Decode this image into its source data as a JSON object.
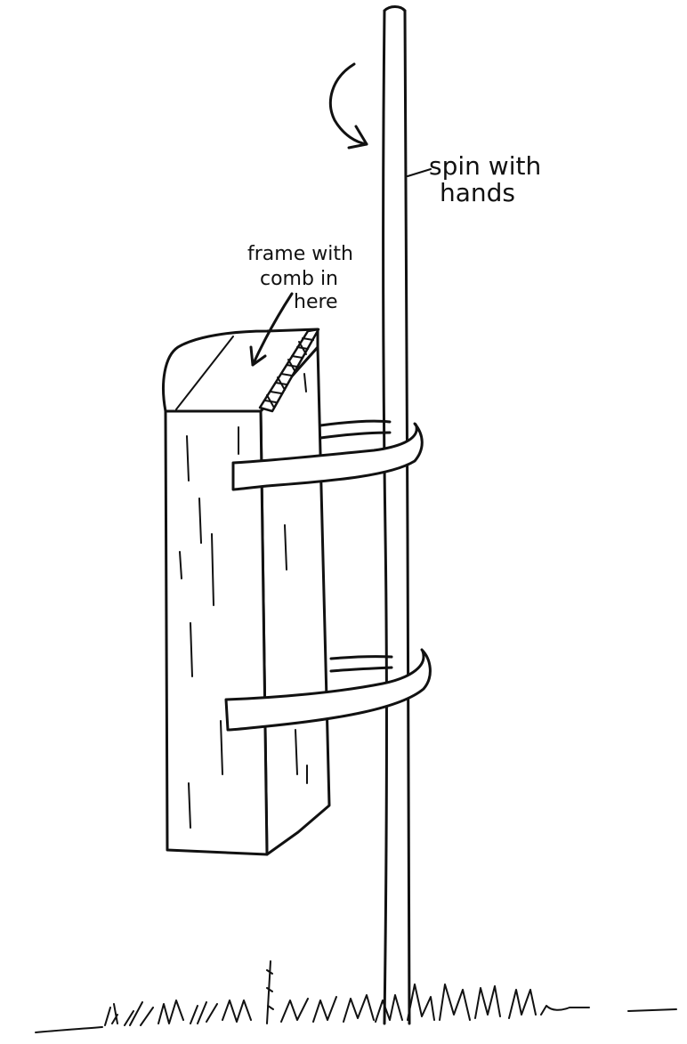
{
  "labels": {
    "spin_line1": "spin with",
    "spin_line2": "hands",
    "frame_line1": "frame with",
    "frame_line2": "comb in",
    "frame_line3": "here"
  },
  "colors": {
    "ink": "#111111",
    "background": "#ffffff"
  },
  "icons": {
    "rotation_arrow": "curved-arrow-icon",
    "pointer_arrow": "arrow-icon"
  }
}
